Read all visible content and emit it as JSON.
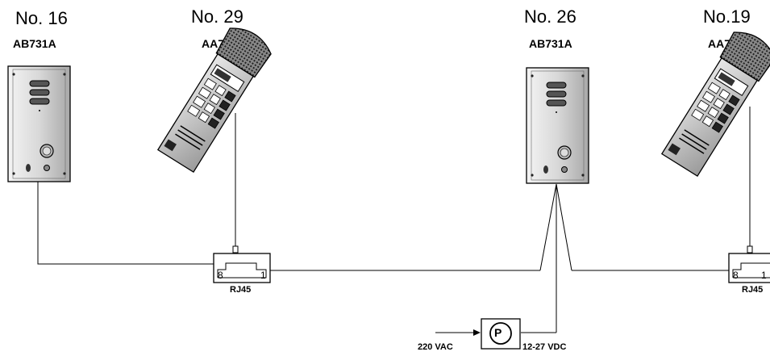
{
  "units": [
    {
      "number": "No. 16",
      "model": "AB731A"
    },
    {
      "number": "No. 29",
      "model": "AA701"
    },
    {
      "number": "No. 26",
      "model": "AB731A"
    },
    {
      "number": "No.19",
      "model": "AA701"
    }
  ],
  "connectors": [
    {
      "label": "RJ45",
      "pin_left": "8",
      "pin_right": "1"
    },
    {
      "label": "RJ45",
      "pin_left": "8",
      "pin_right": "1"
    }
  ],
  "power_supply": {
    "symbol": "P",
    "input_label": "220 VAC",
    "output_label": "12-27 VDC"
  }
}
